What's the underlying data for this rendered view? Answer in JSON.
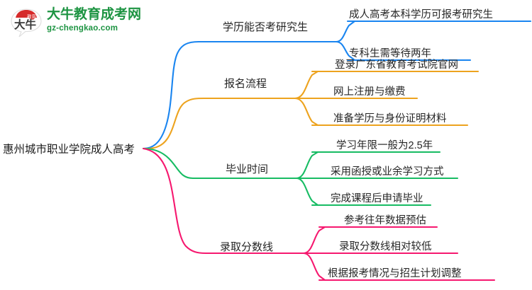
{
  "logo": {
    "mark_text": "大牛",
    "title": "大牛教育成考网",
    "subtitle": "gz-chengkao.com",
    "brand_green": "#1d9442",
    "brand_red": "#d62b2b"
  },
  "mindmap": {
    "root": {
      "label": "惠州城市职业学院成人高考"
    },
    "branches": [
      {
        "label": "学历能否考研究生",
        "color": "#1a85f0",
        "leaves": [
          {
            "label": "成人高考本科学历可报考研究生"
          },
          {
            "label": "专科生需等待两年"
          }
        ]
      },
      {
        "label": "报名流程",
        "color": "#eda31e",
        "leaves": [
          {
            "label": "登录广东省教育考试院官网"
          },
          {
            "label": "网上注册与缴费"
          },
          {
            "label": "准备学历与身份证明材料"
          }
        ]
      },
      {
        "label": "毕业时间",
        "color": "#17bc63",
        "leaves": [
          {
            "label": "学习年限一般为2.5年"
          },
          {
            "label": "采用函授或业余学习方式"
          },
          {
            "label": "完成课程后申请毕业"
          }
        ]
      },
      {
        "label": "录取分数线",
        "color": "#f6186f",
        "leaves": [
          {
            "label": "参考往年数据预估"
          },
          {
            "label": "录取分数线相对较低"
          },
          {
            "label": "根据报考情况与招生计划调整"
          }
        ]
      }
    ]
  }
}
